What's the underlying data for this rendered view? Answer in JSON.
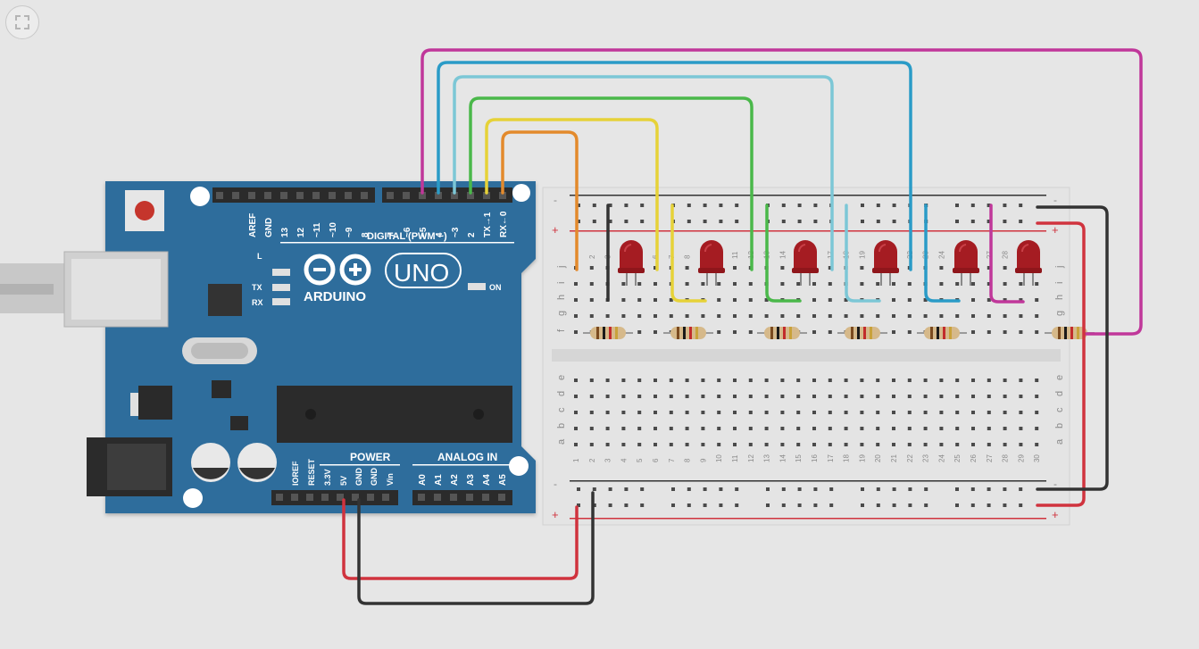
{
  "toolbar": {
    "fit_icon": "fit-to-view-icon"
  },
  "colors": {
    "background": "#e6e6e6",
    "board": "#2f6d9c",
    "breadboard": "#e4e4e4",
    "rail_red": "#d0333e",
    "rail_black": "#333333",
    "led": "#a51c22",
    "wire_pin5": "#c0379a",
    "wire_pin4": "#2a9bc7",
    "wire_pin3": "#7cc7d6",
    "wire_pin2": "#4ab84a",
    "wire_pin1": "#e6d238",
    "wire_pin0": "#e38a2c",
    "wire_5v": "#d0333e",
    "wire_gnd": "#333333"
  },
  "arduino": {
    "digital_pins": [
      "AREF",
      "GND",
      "13",
      "12",
      "~11",
      "~10",
      "~9",
      "8",
      "7",
      "~6",
      "~5",
      "4",
      "~3",
      "2",
      "TX→1",
      "RX←0"
    ],
    "digital_label": "DIGITAL (PWM ~)",
    "led_l": "L",
    "led_tx": "TX",
    "led_rx": "RX",
    "on_label": "ON",
    "brand": "ARDUINO",
    "model": "UNO",
    "power_label": "POWER",
    "analog_label": "ANALOG IN",
    "power_pins": [
      "IOREF",
      "RESET",
      "3.3V",
      "5V",
      "GND",
      "GND",
      "Vin"
    ],
    "analog_pins": [
      "A0",
      "A1",
      "A2",
      "A3",
      "A4",
      "A5"
    ]
  },
  "breadboard": {
    "rows_top": [
      "j",
      "i",
      "h",
      "g",
      "f"
    ],
    "rows_bottom": [
      "e",
      "d",
      "c",
      "b",
      "a"
    ],
    "columns": [
      "1",
      "2",
      "3",
      "4",
      "5",
      "6",
      "7",
      "8",
      "9",
      "10",
      "11",
      "12",
      "13",
      "14",
      "15",
      "16",
      "17",
      "18",
      "19",
      "20",
      "21",
      "22",
      "23",
      "24",
      "25",
      "26",
      "27",
      "28",
      "29",
      "30"
    ],
    "top_columns_visible": [
      "2",
      "3",
      "4",
      "5",
      "6",
      "7",
      "8",
      "9",
      "10",
      "11",
      "12",
      "13",
      "14",
      "15",
      "16",
      "17",
      "18",
      "19",
      "20",
      "21",
      "22",
      "23",
      "24",
      "25",
      "26",
      "27",
      "28",
      "29",
      "30"
    ],
    "rail_minus": "-",
    "rail_plus": "+"
  },
  "components": {
    "leds": [
      "led-1",
      "led-2",
      "led-3",
      "led-4",
      "led-5",
      "led-6"
    ],
    "resistors": [
      "resistor-1",
      "resistor-2",
      "resistor-3",
      "resistor-4",
      "resistor-5",
      "resistor-6"
    ]
  }
}
